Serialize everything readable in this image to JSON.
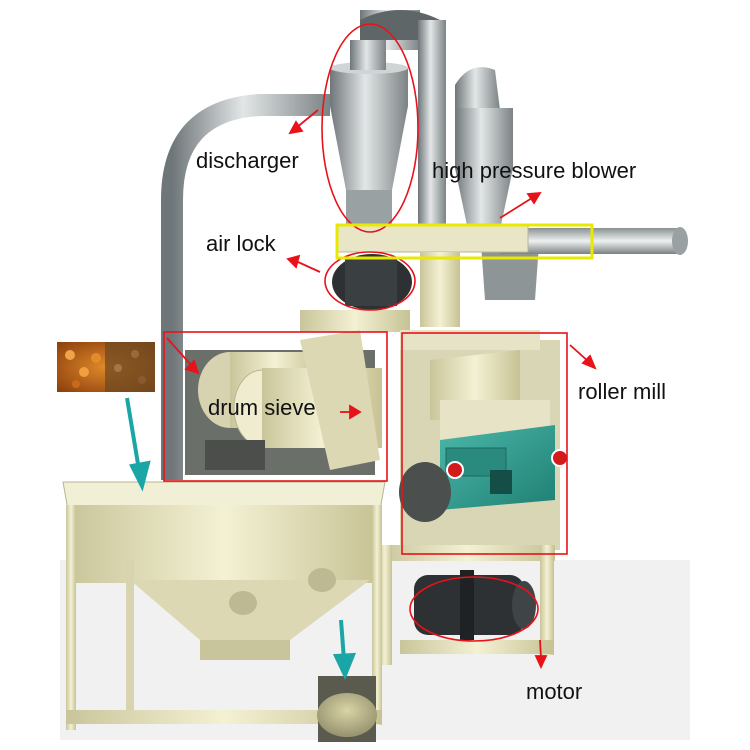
{
  "labels": {
    "discharger": "discharger",
    "blower": "high pressure blower",
    "airlock": "air lock",
    "drum_sieve": "drum sieve",
    "roller_mill": "roller mill",
    "motor": "motor"
  },
  "colors": {
    "pointer_arrow": "#e8121a",
    "highlight_box": "#e8e800",
    "flow_arrow": "#1aa6a6",
    "frame": "#e7e3b8",
    "panel": "#2a9c8e"
  }
}
